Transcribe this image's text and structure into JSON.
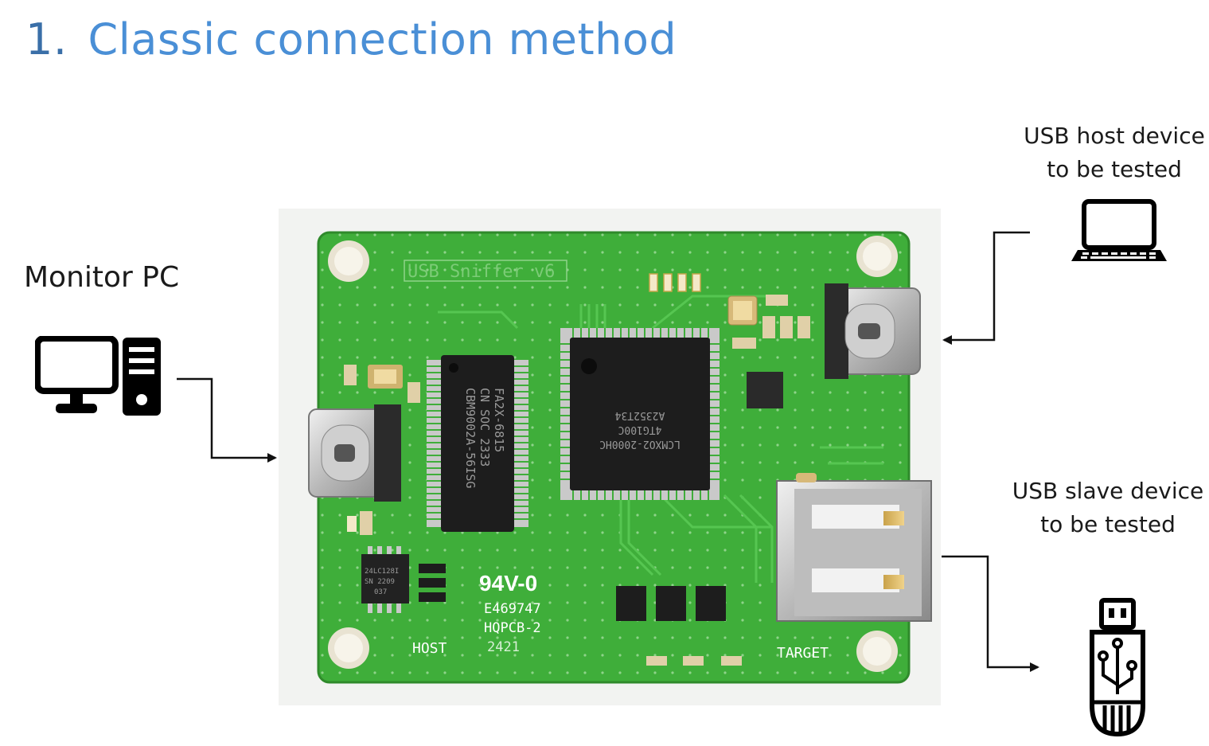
{
  "title": {
    "number": "1.",
    "text": "Classic connection method"
  },
  "labels": {
    "monitor_pc": "Monitor PC",
    "usb_host": [
      "USB host device",
      "to be tested"
    ],
    "usb_slave": [
      "USB slave device",
      "to be tested"
    ]
  },
  "board": {
    "name": "USB Sniffer v6",
    "chip_left": [
      "CBM9002A-56ISG",
      "CN  SOC  2333",
      "FA2X-6815"
    ],
    "chip_right": [
      "LCMXO2-2000HC",
      "4TG100C",
      "A2352T34"
    ],
    "rating": "94V-0",
    "cert": "E469747",
    "pcb": "HQPCB-2",
    "date": "2421",
    "eeprom": [
      "24LC128I",
      "SN 2209",
      "037"
    ],
    "host_label": "HOST",
    "target_label": "TARGET"
  },
  "colors": {
    "title": "#4a8fd6",
    "title_number": "#3a6fa8",
    "pcb_green": "#3fae3a",
    "chip": "#1d1d1d",
    "arrow": "#111111"
  },
  "icons": {
    "monitor_pc": "desktop-computer-icon",
    "usb_host": "laptop-icon",
    "usb_slave": "usb-flash-drive-icon"
  }
}
